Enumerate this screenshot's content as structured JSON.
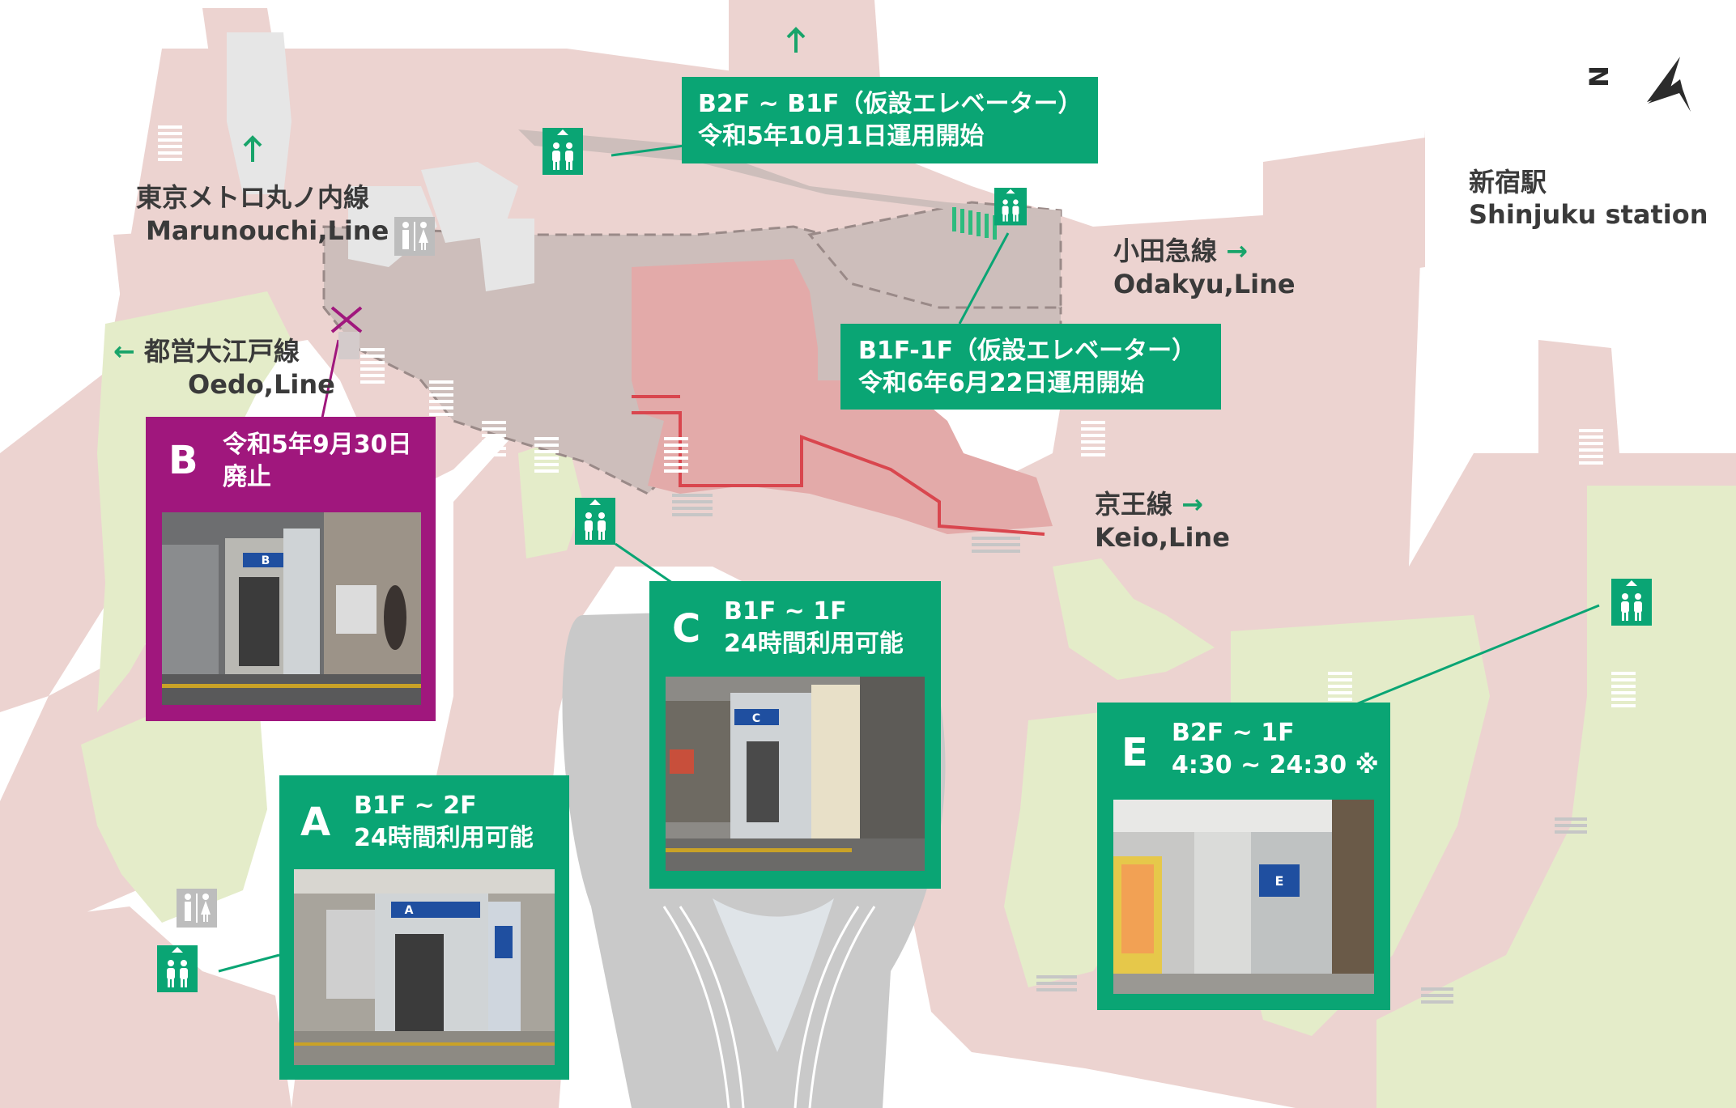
{
  "north_marker": "N",
  "station": {
    "name_ja": "新宿駅",
    "name_en": "Shinjuku station"
  },
  "lines": {
    "marunouchi": {
      "ja": "東京メトロ丸ノ内線",
      "en": "Marunouchi,Line"
    },
    "oedo": {
      "ja": "都営大江戸線",
      "en": "Oedo,Line",
      "arrow": "←"
    },
    "odakyu": {
      "ja": "小田急線",
      "en": "Odakyu,Line",
      "arrow": "→"
    },
    "keio": {
      "ja": "京王線",
      "en": "Keio,Line",
      "arrow": "→"
    }
  },
  "notices": {
    "b2f_b1f": {
      "line1": "B2F ~ B1F（仮設エレベーター）",
      "line2": "令和5年10月1日運用開始"
    },
    "b1f_1f": {
      "line1": "B1F-1F（仮設エレベーター）",
      "line2": "令和6年6月22日運用開始"
    }
  },
  "elevators": {
    "A": {
      "letter": "A",
      "floors": "B1F ~ 2F",
      "hours": "24時間利用可能",
      "sign_letter": "A"
    },
    "B": {
      "letter": "B",
      "line1": "令和5年9月30日",
      "line2": "廃止",
      "sign_letter": "B"
    },
    "C": {
      "letter": "C",
      "floors": "B1F ~ 1F",
      "hours": "24時間利用可能",
      "sign_letter": "C"
    },
    "E": {
      "letter": "E",
      "floors": "B2F ~ 1F",
      "hours": "4:30 ~ 24:30 ※",
      "sign_letter": "E"
    }
  },
  "colors": {
    "accent_green": "#0aa574",
    "closed_magenta": "#a0177d",
    "concourse_pink": "#ecd3d0",
    "park_green": "#e4ecc9",
    "gray_area": "#cdbebb",
    "red_area": "#e3aaa9"
  }
}
